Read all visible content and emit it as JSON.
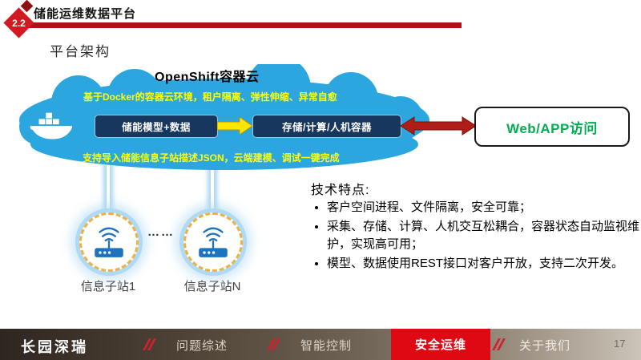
{
  "header": {
    "section_number": "2.2",
    "title": "储能运维数据平台"
  },
  "subtitle": "平台架构",
  "cloud": {
    "title": "OpenShift容器云",
    "caption_top": "基于Docker的容器云环境，租户隔离、弹性伸缩、异常自愈",
    "box_model": "储能模型+数据",
    "box_storage": "存储/计算/人机容器",
    "caption_bottom": "支持导入储能信息子站描述JSON，云端建模、调试一键完成"
  },
  "web_access": {
    "label": "Web/APP访问"
  },
  "substations": {
    "ellipsis": "……",
    "labels": [
      "信息子站1",
      "信息子站N"
    ]
  },
  "features": {
    "title": "技术特点:",
    "bullets": [
      "客户空间进程、文件隔离，安全可靠；",
      "采集、存储、计算、人机交互松耦合，容器状态自动监视维护，实现高可用；",
      "模型、数据使用REST接口对客户开放，支持二次开发。"
    ]
  },
  "footer": {
    "logo": "长园深瑞",
    "nav": [
      {
        "label": "问题综述",
        "active": false
      },
      {
        "label": "智能控制",
        "active": false
      },
      {
        "label": "安全运维",
        "active": true
      },
      {
        "label": "关于我们",
        "active": false
      }
    ],
    "page_number": "17"
  },
  "icons": {
    "docker": "docker-whale-icon",
    "substation": "wifi-router-icon"
  },
  "colors": {
    "accent_red": "#B01116",
    "cloud_blue": "#2CA6DF",
    "node_navy": "#17375E",
    "caption_yellow": "#FFFF00",
    "web_green": "#00B050",
    "footer_active_red": "#DE0913"
  }
}
